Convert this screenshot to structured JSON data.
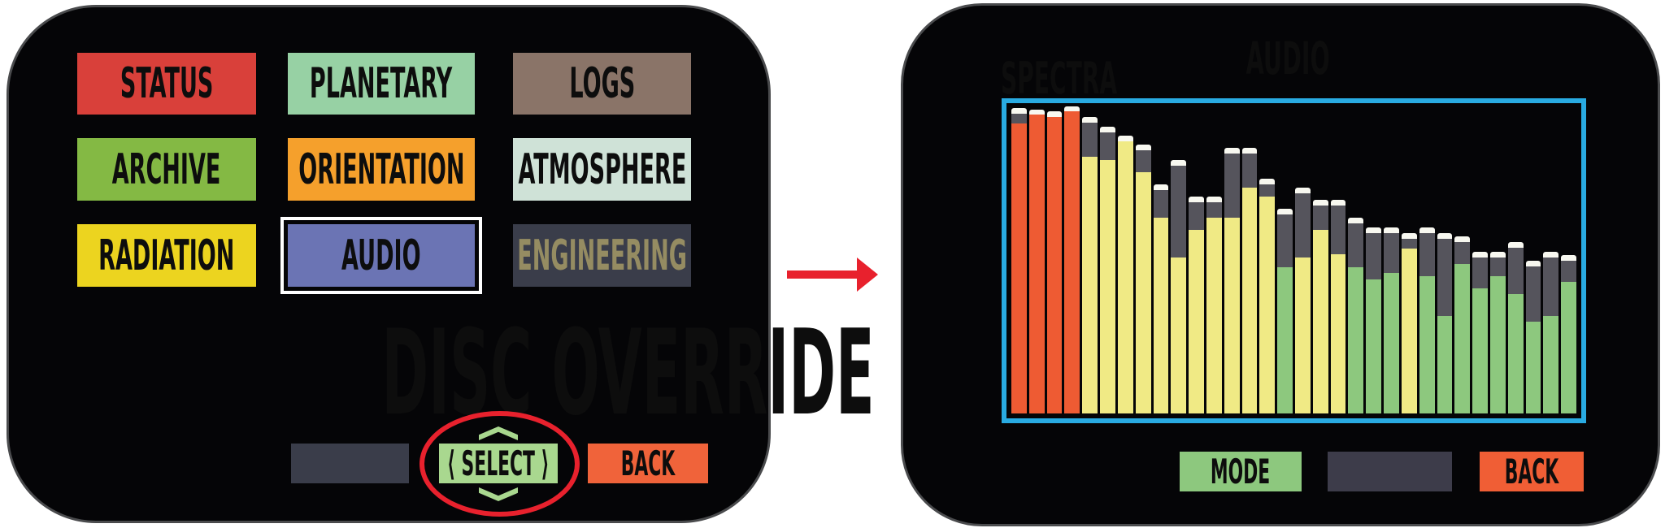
{
  "left_panel": {
    "buttons": [
      {
        "label": "STATUS",
        "bg": "#d9403a",
        "text_color": "#0d0d0d"
      },
      {
        "label": "PLANETARY",
        "bg": "#97d1a4",
        "text_color": "#0d0d0d"
      },
      {
        "label": "LOGS",
        "bg": "#8a7468",
        "text_color": "#0d0d0d"
      },
      {
        "label": "ARCHIVE",
        "bg": "#84b944",
        "text_color": "#0d0d0d"
      },
      {
        "label": "ORIENTATION",
        "bg": "#f5a02c",
        "text_color": "#0d0d0d"
      },
      {
        "label": "ATMOSPHERE",
        "bg": "#cfe2d7",
        "text_color": "#0d0d0d"
      },
      {
        "label": "RADIATION",
        "bg": "#ecd41f",
        "text_color": "#0d0d0d"
      },
      {
        "label": "AUDIO",
        "bg": "#6b74b4",
        "text_color": "#0d0d0d",
        "selected": true
      },
      {
        "label": "ENGINEERING",
        "bg": "#3a3d4a",
        "text_color": "#958c62",
        "disabled": true
      }
    ],
    "title": "DISC OVERRIDE",
    "title_color": "#ee6137",
    "footer": {
      "blank_bg": "#3a3d4a",
      "select_label": "⟨ SELECT ⟩",
      "select_bg": "#a9d88f",
      "select_chevron_color": "#a9d88f",
      "back_label": "BACK",
      "back_bg": "#f0633a",
      "highlight_color": "#e8212d"
    }
  },
  "arrow_color": "#e8212d",
  "right_panel": {
    "spectra_label": "SPECTRA",
    "spectra_color": "#8fc97a",
    "title": "AUDIO",
    "title_color": "#edea7d",
    "footer": {
      "mode_label": "MODE",
      "mode_bg": "#8dc87e",
      "blank_bg": "#3d3c4a",
      "back_label": "BACK",
      "back_bg": "#f05e35"
    }
  },
  "chart_data": {
    "type": "bar",
    "title": "AUDIO",
    "panel_label": "SPECTRA",
    "ylabel": "",
    "xlabel": "",
    "ylim": [
      0,
      100
    ],
    "grid": false,
    "legend": false,
    "border_color": "#29abe2",
    "background": "#050507",
    "peak_color": "#55545c",
    "cap_color": "#f8f8f0",
    "bar_colors": {
      "orange": "#ee5b33",
      "yellow": "#f0ea85",
      "green": "#8dc87e"
    },
    "note": "spectrum-analyzer style: 'level' = colored fill height %, 'peak' = top of dark peak-hold column with white cap, % of chart height",
    "bars": [
      {
        "color": "orange",
        "level": 95,
        "peak": 100
      },
      {
        "color": "orange",
        "level": 98,
        "peak": 99
      },
      {
        "color": "orange",
        "level": 97,
        "peak": 99
      },
      {
        "color": "orange",
        "level": 99,
        "peak": 100
      },
      {
        "color": "yellow",
        "level": 84,
        "peak": 97
      },
      {
        "color": "yellow",
        "level": 83,
        "peak": 94
      },
      {
        "color": "yellow",
        "level": 89,
        "peak": 91
      },
      {
        "color": "yellow",
        "level": 79,
        "peak": 88
      },
      {
        "color": "yellow",
        "level": 64,
        "peak": 75
      },
      {
        "color": "yellow",
        "level": 51,
        "peak": 83
      },
      {
        "color": "yellow",
        "level": 60,
        "peak": 71
      },
      {
        "color": "yellow",
        "level": 64,
        "peak": 71
      },
      {
        "color": "yellow",
        "level": 64,
        "peak": 87
      },
      {
        "color": "yellow",
        "level": 74,
        "peak": 87
      },
      {
        "color": "yellow",
        "level": 71,
        "peak": 77
      },
      {
        "color": "green",
        "level": 48,
        "peak": 67
      },
      {
        "color": "yellow",
        "level": 51,
        "peak": 74
      },
      {
        "color": "yellow",
        "level": 60,
        "peak": 70
      },
      {
        "color": "yellow",
        "level": 52,
        "peak": 70
      },
      {
        "color": "green",
        "level": 48,
        "peak": 64
      },
      {
        "color": "green",
        "level": 44,
        "peak": 61
      },
      {
        "color": "green",
        "level": 46,
        "peak": 61
      },
      {
        "color": "yellow",
        "level": 54,
        "peak": 59
      },
      {
        "color": "green",
        "level": 45,
        "peak": 61
      },
      {
        "color": "green",
        "level": 32,
        "peak": 59
      },
      {
        "color": "green",
        "level": 49,
        "peak": 58
      },
      {
        "color": "green",
        "level": 41,
        "peak": 53
      },
      {
        "color": "green",
        "level": 45,
        "peak": 53
      },
      {
        "color": "green",
        "level": 39,
        "peak": 56
      },
      {
        "color": "green",
        "level": 30,
        "peak": 50
      },
      {
        "color": "green",
        "level": 32,
        "peak": 53
      },
      {
        "color": "green",
        "level": 43,
        "peak": 52
      }
    ]
  }
}
